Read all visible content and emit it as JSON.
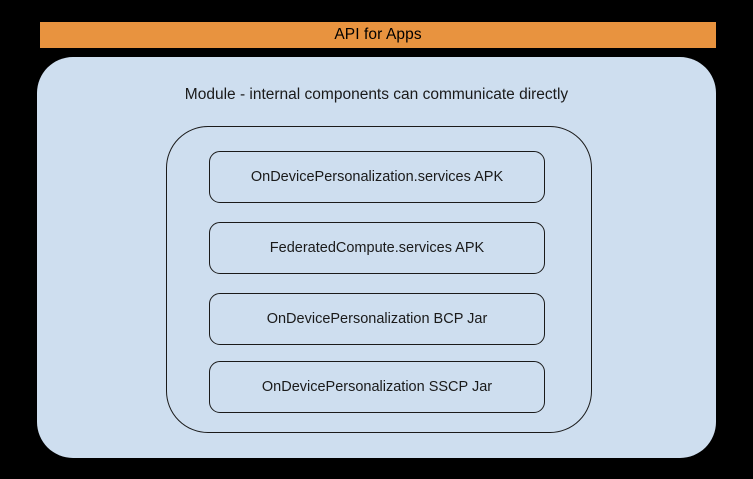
{
  "diagram": {
    "background_color": "#000000",
    "banner": {
      "label": "API for Apps",
      "background_color": "#e8933f",
      "text_color": "#000000"
    },
    "module": {
      "caption": "Module - internal components can communicate directly",
      "background_color": "#cedeef",
      "border_color": "#1a1a1a",
      "components": [
        {
          "label": "OnDevicePersonalization.services APK"
        },
        {
          "label": "FederatedCompute.services APK"
        },
        {
          "label": "OnDevicePersonalization BCP Jar"
        },
        {
          "label": "OnDevicePersonalization SSCP Jar"
        }
      ]
    }
  }
}
